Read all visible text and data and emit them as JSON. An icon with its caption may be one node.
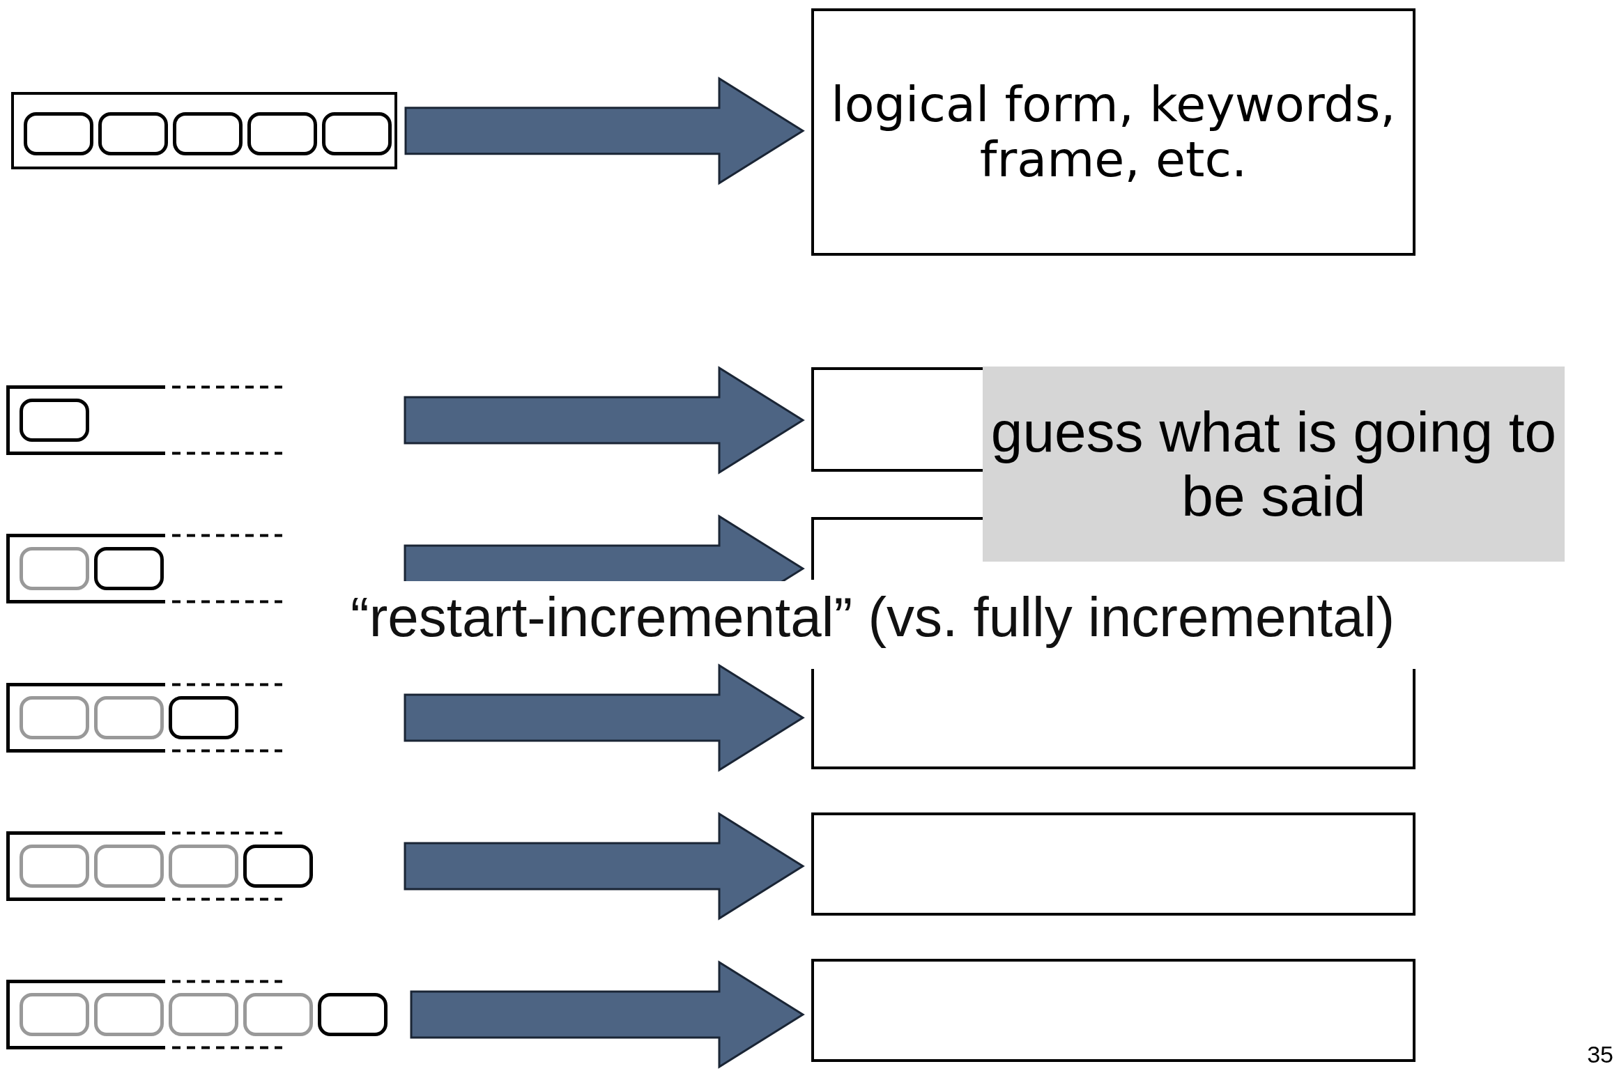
{
  "diagram": {
    "nodes": [
      {
        "text": [],
        "shape": "box"
      },
      {
        "text": [],
        "shape": "box",
        "in": 0
      },
      {
        "text": [],
        "shape": "box",
        "in": 0
      },
      {
        "text": [],
        "shape": "box",
        "in": 0
      },
      {
        "text": [],
        "shape": "box",
        "in": 0
      },
      {
        "text": [],
        "shape": "box",
        "in": 0
      },
      {
        "text": [
          "logical form, keywords, frame, etc."
        ]
      },
      {
        "text": [],
        "shape": "box"
      },
      {
        "text": [],
        "shape": "box",
        "in": 7
      },
      {
        "text": [],
        "shape": "box"
      },
      {
        "text": [
          "guess what is going to be said"
        ]
      },
      {
        "text": [],
        "shape": "box"
      },
      {
        "text": [],
        "shape": "box",
        "in": 11
      },
      {
        "text": [],
        "shape": "box",
        "in": 11
      },
      {
        "text": [],
        "shape": "box"
      },
      {
        "text": [],
        "shape": "box"
      },
      {
        "text": [],
        "shape": "box",
        "in": 15
      },
      {
        "text": [],
        "shape": "box",
        "in": 15
      },
      {
        "text": [],
        "shape": "box",
        "in": 15
      },
      {
        "text": [],
        "shape": "box"
      },
      {
        "text": [],
        "shape": "box"
      },
      {
        "text": [],
        "shape": "box",
        "in": 20
      },
      {
        "text": [],
        "shape": "box",
        "in": 20
      },
      {
        "text": [],
        "shape": "box",
        "in": 20
      },
      {
        "text": [],
        "shape": "box",
        "in": 20
      },
      {
        "text": [],
        "shape": "box"
      },
      {
        "text": [],
        "shape": "box"
      },
      {
        "text": [],
        "shape": "box",
        "in": 26
      },
      {
        "text": [],
        "shape": "box",
        "in": 26
      },
      {
        "text": [],
        "shape": "box",
        "in": 26
      },
      {
        "text": [],
        "shape": "box",
        "in": 26
      },
      {
        "text": [],
        "shape": "box",
        "in": 26
      },
      {
        "text": [],
        "shape": "box"
      }
    ],
    "edges": [
      {
        "from": 0,
        "to": 6,
        "arrow": "to"
      },
      {
        "from": 7,
        "to": 9,
        "arrow": "to"
      },
      {
        "from": 11,
        "to": 14,
        "arrow": "to"
      },
      {
        "from": 15,
        "to": 19,
        "arrow": "to"
      },
      {
        "from": 20,
        "to": 25,
        "arrow": "to"
      },
      {
        "from": 26,
        "to": 32,
        "arrow": "to"
      }
    ],
    "labels": [
      "“restart-incremental” (vs. fully incremental)",
      "35"
    ]
  }
}
